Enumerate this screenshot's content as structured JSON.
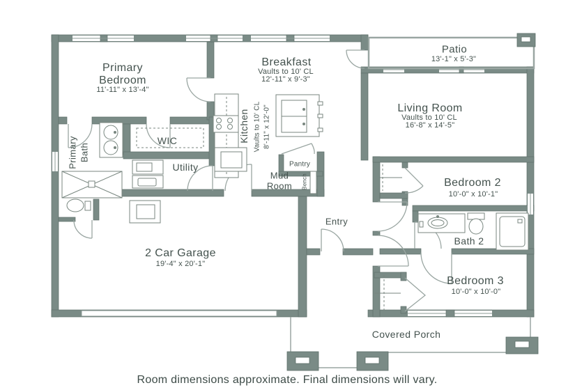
{
  "colors": {
    "wall": "#7a8b86",
    "wall_edge": "#5e6f6a",
    "thin_line": "#9aa6a2",
    "fixture_line": "#78867f",
    "text": "#44524e"
  },
  "caption": "Room dimensions approximate. Final dimensions will vary.",
  "rooms": {
    "primary_bedroom": {
      "name": "Primary Bedroom",
      "dims": "11'-11\" x 13'-4\""
    },
    "breakfast": {
      "name": "Breakfast",
      "ceiling": "Vaults to 10' CL",
      "dims": "12'-11\" x 9'-3\""
    },
    "patio": {
      "name": "Patio",
      "dims": "13'-1\" x 5'-3\""
    },
    "living_room": {
      "name": "Living Room",
      "ceiling": "Vaults to 10' CL",
      "dims": "16'-8\" x 14'-5\""
    },
    "kitchen": {
      "name": "Kitchen",
      "ceiling": "Vaults to 10' CL",
      "dims": "8'-11\" x 12'-0\""
    },
    "wic": {
      "name": "WIC"
    },
    "primary_bath": {
      "name": "Primary Bath",
      "lines": [
        "Primary",
        "Bath"
      ]
    },
    "utility": {
      "name": "Utility"
    },
    "pantry": {
      "name": "Pantry"
    },
    "mud_room": {
      "name": "Mud Room"
    },
    "bench": {
      "name": "Bench"
    },
    "entry": {
      "name": "Entry"
    },
    "garage": {
      "name": "2 Car Garage",
      "dims": "19'-4\" x 20'-1\""
    },
    "bedroom_2": {
      "name": "Bedroom 2",
      "dims": "10'-0\" x 10'-1\""
    },
    "bath_2": {
      "name": "Bath 2"
    },
    "bedroom_3": {
      "name": "Bedroom 3",
      "dims": "10'-0\" x 10'-0\""
    },
    "covered_porch": {
      "name": "Covered Porch"
    }
  }
}
